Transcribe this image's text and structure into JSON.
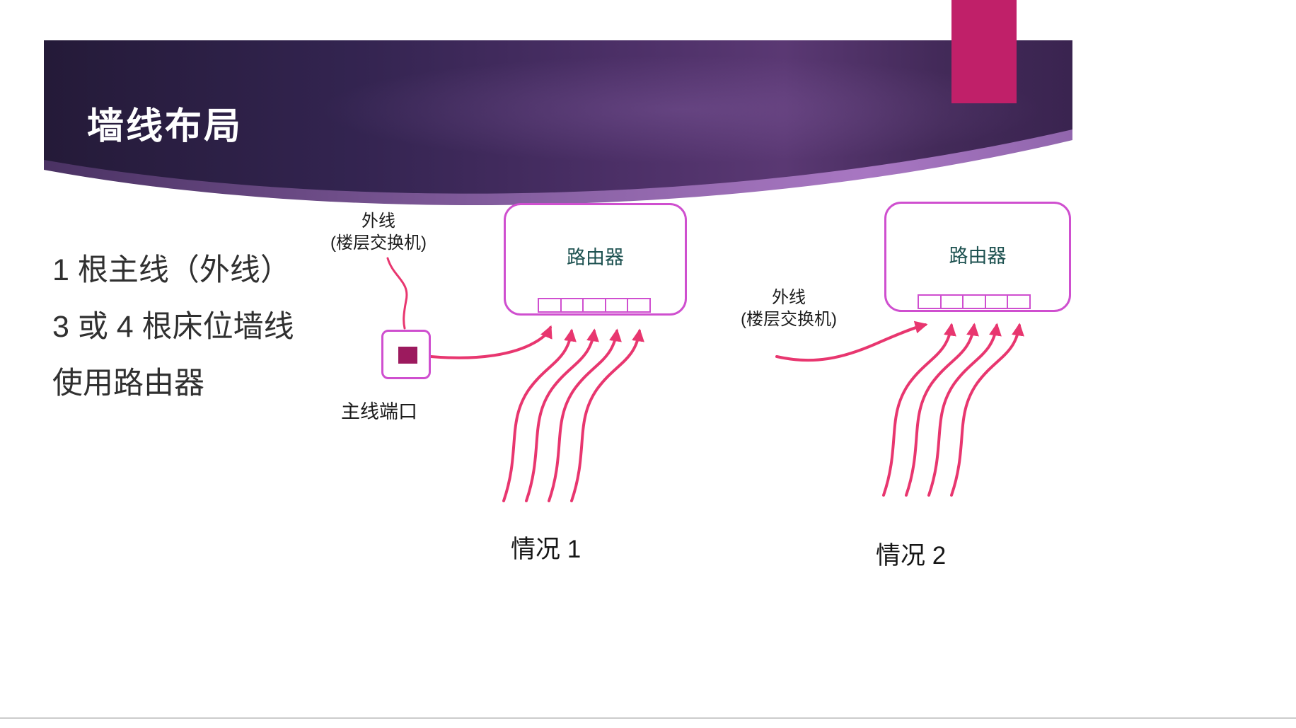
{
  "header": {
    "title": "墙线布局"
  },
  "bullets": {
    "line1": "1 根主线（外线）",
    "line2": "3 或 4 根床位墙线",
    "line3": "使用路由器"
  },
  "case1": {
    "router_label": "路由器",
    "external_label_line1": "外线",
    "external_label_line2": "(楼层交换机)",
    "port_label": "主线端口",
    "caption": "情况 1"
  },
  "case2": {
    "router_label": "路由器",
    "external_label_line1": "外线",
    "external_label_line2": "(楼层交换机)",
    "caption": "情况 2"
  },
  "colors": {
    "accent_magenta": "#c02069",
    "banner_dark": "#31214a",
    "banner_light": "#8a62a5",
    "box_border": "#cf4fcf",
    "arrow_pink": "#e8366f",
    "router_text": "#1d5150",
    "port_fill": "#9c1a5e"
  }
}
